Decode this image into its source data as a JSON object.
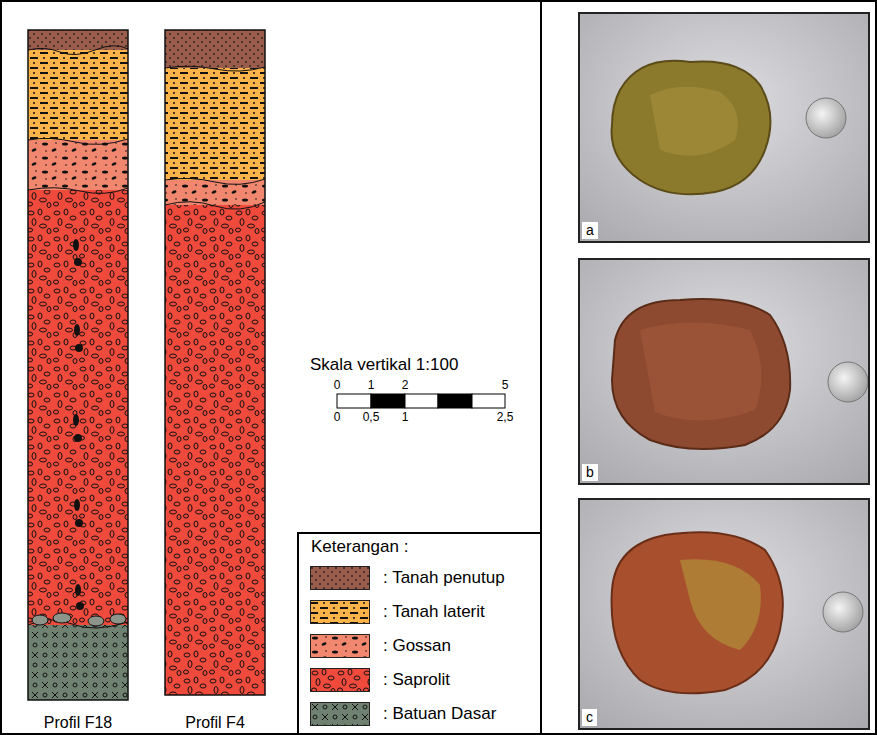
{
  "diagram": {
    "nodes": [
      {
        "text": [
          "Profil F18"
        ]
      },
      {
        "text": [
          "Profil F4"
        ]
      },
      {
        "text": [
          "a"
        ]
      },
      {
        "text": [
          "b"
        ]
      },
      {
        "text": [
          "c"
        ]
      }
    ],
    "labels": [
      "Skala vertikal 1:100",
      "0",
      "1",
      "2",
      "5",
      "0",
      "0,5",
      "1",
      "2,5",
      "Keterangan :"
    ],
    "legend": [
      {
        "text": ": Tanah penutup",
        "color": "#9a5c4b"
      },
      {
        "text": ": Tanah laterit",
        "color": "#fcb34a"
      },
      {
        "text": ": Gossan",
        "color": "#f2876f"
      },
      {
        "text": ": Saprolit",
        "color": "#ef4a3c"
      },
      {
        "text": ": Batuan Dasar",
        "color": "#6f8170"
      }
    ]
  }
}
